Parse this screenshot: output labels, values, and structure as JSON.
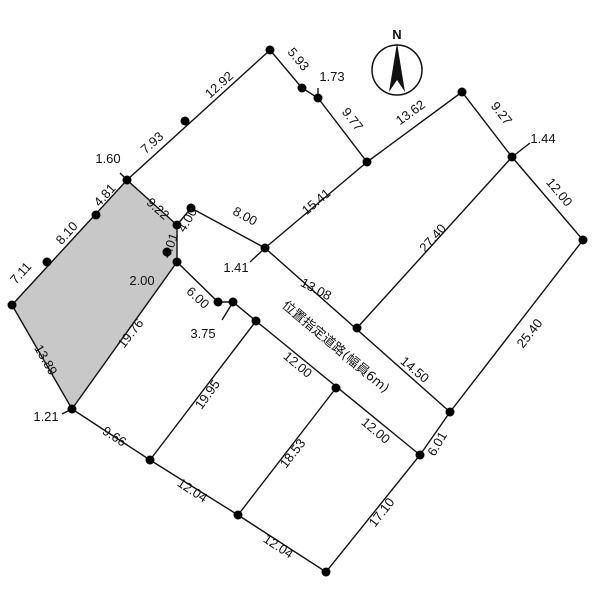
{
  "lots": {
    "highlighted_fill": "#c8c8c8",
    "line_color": "#111111"
  },
  "road": {
    "label": "位置指定道路(幅員6m)"
  },
  "compass": {
    "letter": "N"
  },
  "dimensions": {
    "d_12_92": "12.92",
    "d_5_93": "5.93",
    "d_1_73": "1.73",
    "d_9_77": "9.77",
    "d_13_62": "13.62",
    "d_9_27": "9.27",
    "d_1_44": "1.44",
    "d_12_00_ne": "12.00",
    "d_7_93": "7.93",
    "d_1_60": "1.60",
    "d_4_81": "4.81",
    "d_8_10": "8.10",
    "d_7_11": "7.11",
    "d_9_22": "9.22",
    "d_4_00": "4.00",
    "d_8_00": "8.00",
    "d_15_41": "15.41",
    "d_27_40": "27.40",
    "d_4_01": "4.01",
    "d_2_00": "2.00",
    "d_1_41": "1.41",
    "d_13_08": "13.08",
    "d_6_00": "6.00",
    "d_3_75": "3.75",
    "d_13_89": "13.89",
    "d_19_76": "19.76",
    "d_14_50": "14.50",
    "d_25_40": "25.40",
    "d_12_00_road": "12.00",
    "d_19_95": "19.95",
    "d_12_00_mid": "12.00",
    "d_1_21": "1.21",
    "d_9_66": "9.66",
    "d_18_53": "18.53",
    "d_6_01": "6.01",
    "d_12_04_a": "12.04",
    "d_17_10": "17.10",
    "d_12_04_b": "12.04"
  }
}
